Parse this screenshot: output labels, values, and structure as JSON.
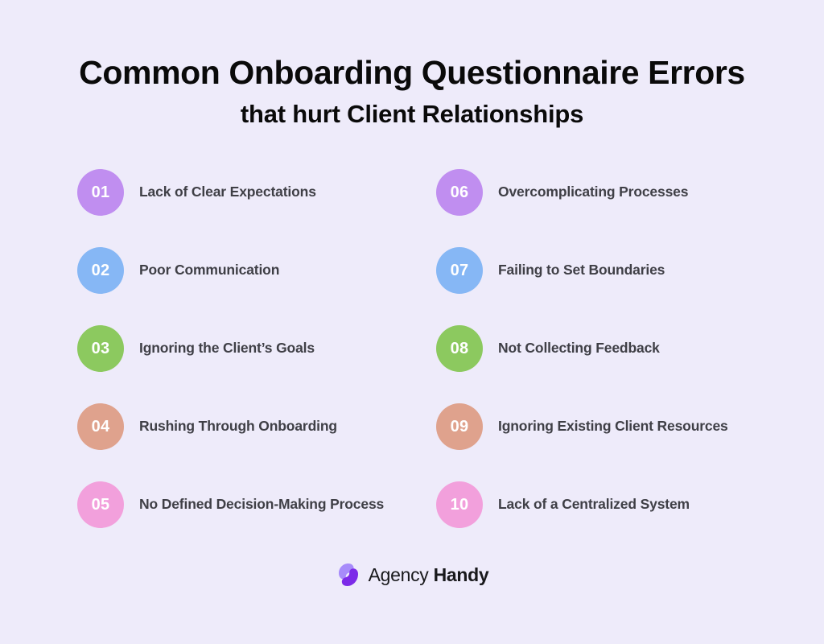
{
  "background_color": "#eeebfa",
  "header": {
    "title_line1": "Common Onboarding Questionnaire Errors",
    "title_line2": "that hurt Client Relationships"
  },
  "list": {
    "items": [
      {
        "number": "01",
        "label": "Lack of Clear Expectations",
        "color": "#c08ef0"
      },
      {
        "number": "06",
        "label": "Overcomplicating Processes",
        "color": "#c08ef0"
      },
      {
        "number": "02",
        "label": "Poor Communication",
        "color": "#86b7f5"
      },
      {
        "number": "07",
        "label": "Failing to Set Boundaries",
        "color": "#86b7f5"
      },
      {
        "number": "03",
        "label": "Ignoring the Client’s Goals",
        "color": "#8cc95f"
      },
      {
        "number": "08",
        "label": "Not Collecting Feedback",
        "color": "#8cc95f"
      },
      {
        "number": "04",
        "label": "Rushing Through Onboarding",
        "color": "#dfa28d"
      },
      {
        "number": "09",
        "label": "Ignoring Existing Client Resources",
        "color": "#dfa28d"
      },
      {
        "number": "05",
        "label": "No Defined Decision-Making Process",
        "color": "#f2a0dc"
      },
      {
        "number": "10",
        "label": "Lack of a Centralized System",
        "color": "#f2a0dc"
      }
    ]
  },
  "footer": {
    "logo_icon": "agency-handy-logo-icon",
    "brand_light": "Agency",
    "brand_bold": "Handy",
    "logo_color_light": "#a78bfa",
    "logo_color_dark": "#7c2ae8"
  }
}
